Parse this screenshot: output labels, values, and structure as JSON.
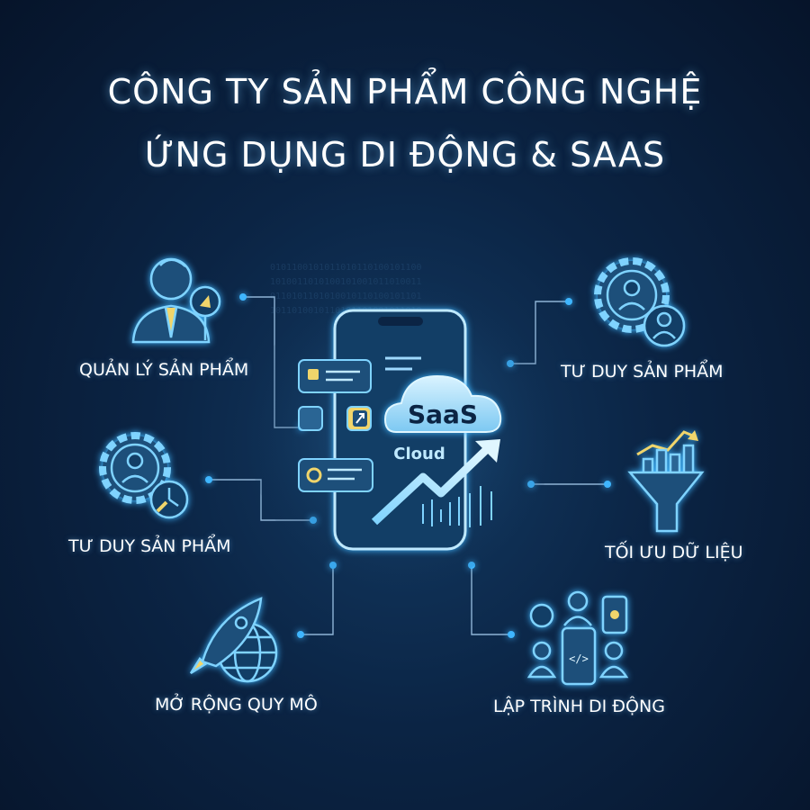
{
  "title": {
    "line1": "CÔNG TY SẢN PHẨM CÔNG NGHỆ",
    "line2": "ỨNG DỤNG DI ĐỘNG & SAAS"
  },
  "center": {
    "cloud_label": "SaaS",
    "cloud_sub_label": "Cloud"
  },
  "items": [
    {
      "label": "QUẢN LÝ SẢN PHẨM",
      "icon": "product-manager-icon"
    },
    {
      "label": "TƯ DUY SẢN PHẨM",
      "icon": "gear-user-clock-icon"
    },
    {
      "label": "MỞ RỘNG QUY MÔ",
      "icon": "rocket-globe-icon"
    },
    {
      "label": "TƯ DUY SẢN PHẨM",
      "icon": "gear-users-icon"
    },
    {
      "label": "TỐI ƯU DỮ LIỆU",
      "icon": "funnel-chart-icon"
    },
    {
      "label": "LẬP TRÌNH DI ĐỘNG",
      "icon": "mobile-dev-team-icon"
    }
  ],
  "colors": {
    "accent": "#3fb6ff",
    "line": "#8fb4d6",
    "icon_stroke": "#7fd3ff",
    "icon_fill": "#1d4f7a"
  }
}
